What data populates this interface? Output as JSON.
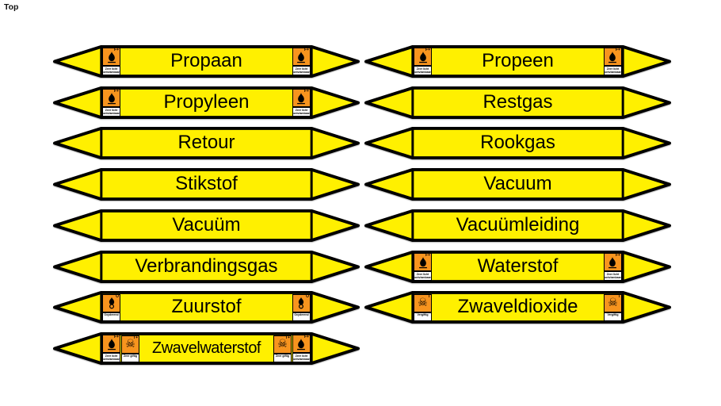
{
  "viewport": {
    "corner_label": "Top"
  },
  "colors": {
    "background": "#FFFFFF",
    "label_fill": "#FFF000",
    "outline": "#000000",
    "hazard_orange": "#F7941E",
    "caption_bg": "#FFFFFF",
    "text": "#000000"
  },
  "icon_types": {
    "flammable": {
      "glyph": "flame",
      "code": "F+",
      "caption": "Zeer licht ontvlambaar"
    },
    "oxidizer": {
      "glyph": "oxidizer",
      "code": "O",
      "caption": "Oxyderend"
    },
    "toxic": {
      "glyph": "skull",
      "code": "T",
      "caption": "Vergiftig"
    },
    "very_toxic": {
      "glyph": "skull",
      "code": "T+",
      "caption": "Zeer giftig"
    }
  },
  "labels": [
    {
      "text": "Propaan",
      "column": "left",
      "row": 0,
      "icons_left": [
        "flammable"
      ],
      "icons_right": [
        "flammable"
      ]
    },
    {
      "text": "Propeen",
      "column": "right",
      "row": 0,
      "icons_left": [
        "flammable"
      ],
      "icons_right": [
        "flammable"
      ]
    },
    {
      "text": "Propyleen",
      "column": "left",
      "row": 1,
      "icons_left": [
        "flammable"
      ],
      "icons_right": [
        "flammable"
      ]
    },
    {
      "text": "Restgas",
      "column": "right",
      "row": 1,
      "icons_left": [],
      "icons_right": []
    },
    {
      "text": "Retour",
      "column": "left",
      "row": 2,
      "icons_left": [],
      "icons_right": []
    },
    {
      "text": "Rookgas",
      "column": "right",
      "row": 2,
      "icons_left": [],
      "icons_right": []
    },
    {
      "text": "Stikstof",
      "column": "left",
      "row": 3,
      "icons_left": [],
      "icons_right": []
    },
    {
      "text": "Vacuum",
      "column": "right",
      "row": 3,
      "icons_left": [],
      "icons_right": []
    },
    {
      "text": "Vacuüm",
      "column": "left",
      "row": 4,
      "icons_left": [],
      "icons_right": []
    },
    {
      "text": "Vacuümleiding",
      "column": "right",
      "row": 4,
      "icons_left": [],
      "icons_right": []
    },
    {
      "text": "Verbrandingsgas",
      "column": "left",
      "row": 5,
      "icons_left": [],
      "icons_right": []
    },
    {
      "text": "Waterstof",
      "column": "right",
      "row": 5,
      "icons_left": [
        "flammable"
      ],
      "icons_right": [
        "flammable"
      ]
    },
    {
      "text": "Zuurstof",
      "column": "left",
      "row": 6,
      "icons_left": [
        "oxidizer"
      ],
      "icons_right": [
        "oxidizer"
      ]
    },
    {
      "text": "Zwaveldioxide",
      "column": "right",
      "row": 6,
      "icons_left": [
        "toxic"
      ],
      "icons_right": [
        "toxic"
      ]
    },
    {
      "text": "Zwavelwaterstof",
      "column": "left",
      "row": 7,
      "icons_left": [
        "flammable",
        "very_toxic"
      ],
      "icons_right": [
        "very_toxic",
        "flammable"
      ]
    }
  ]
}
